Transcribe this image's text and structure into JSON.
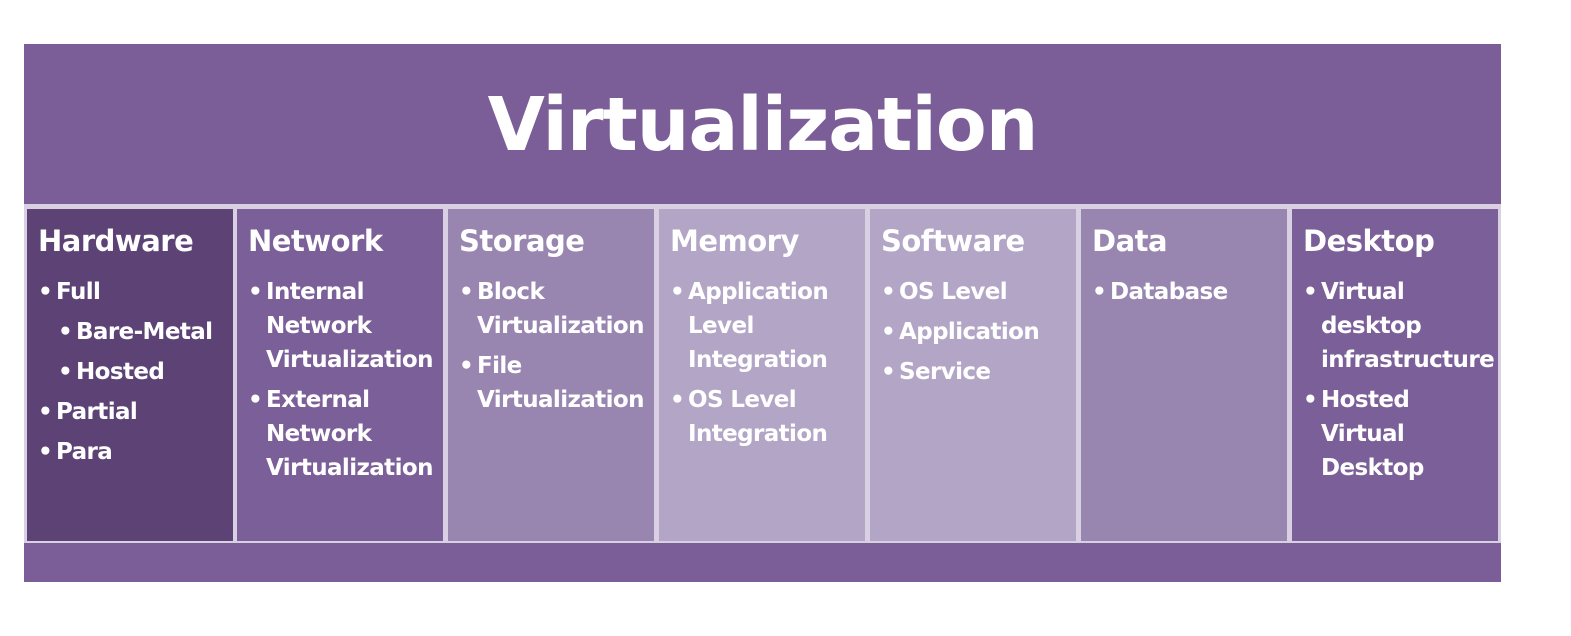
{
  "title": "Virtualization",
  "colors": {
    "frame": "#7b5d98",
    "separator": "#d9d0e3",
    "hardware": "#5c4275",
    "network": "#7b5f99",
    "storage": "#9886b1",
    "memory": "#b2a5c6",
    "software": "#b2a5c6",
    "data": "#9886b1",
    "desktop": "#7b5f99"
  },
  "columns": [
    {
      "header": "Hardware",
      "items": [
        {
          "lines": [
            "Full"
          ],
          "level": 0
        },
        {
          "lines": [
            "Bare-Metal"
          ],
          "level": 1
        },
        {
          "lines": [
            "Hosted"
          ],
          "level": 1
        },
        {
          "lines": [
            "Partial"
          ],
          "level": 0
        },
        {
          "lines": [
            "Para"
          ],
          "level": 0
        }
      ]
    },
    {
      "header": "Network",
      "items": [
        {
          "lines": [
            "Internal",
            "Network",
            "Virtualization"
          ],
          "level": 0
        },
        {
          "lines": [
            "External",
            "Network",
            "Virtualization"
          ],
          "level": 0
        }
      ]
    },
    {
      "header": "Storage",
      "items": [
        {
          "lines": [
            "Block",
            "Virtualization"
          ],
          "level": 0
        },
        {
          "lines": [
            "File",
            "Virtualization"
          ],
          "level": 0
        }
      ]
    },
    {
      "header": "Memory",
      "items": [
        {
          "lines": [
            "Application",
            "Level",
            "Integration"
          ],
          "level": 0
        },
        {
          "lines": [
            "OS Level",
            "Integration"
          ],
          "level": 0
        }
      ]
    },
    {
      "header": "Software",
      "items": [
        {
          "lines": [
            "OS Level"
          ],
          "level": 0
        },
        {
          "lines": [
            "Application"
          ],
          "level": 0
        },
        {
          "lines": [
            "Service"
          ],
          "level": 0
        }
      ]
    },
    {
      "header": "Data",
      "items": [
        {
          "lines": [
            "Database"
          ],
          "level": 0
        }
      ]
    },
    {
      "header": "Desktop",
      "items": [
        {
          "lines": [
            "Virtual",
            "desktop",
            "infrastructure"
          ],
          "level": 0
        },
        {
          "lines": [
            "Hosted",
            "Virtual",
            "Desktop"
          ],
          "level": 0
        }
      ]
    }
  ]
}
